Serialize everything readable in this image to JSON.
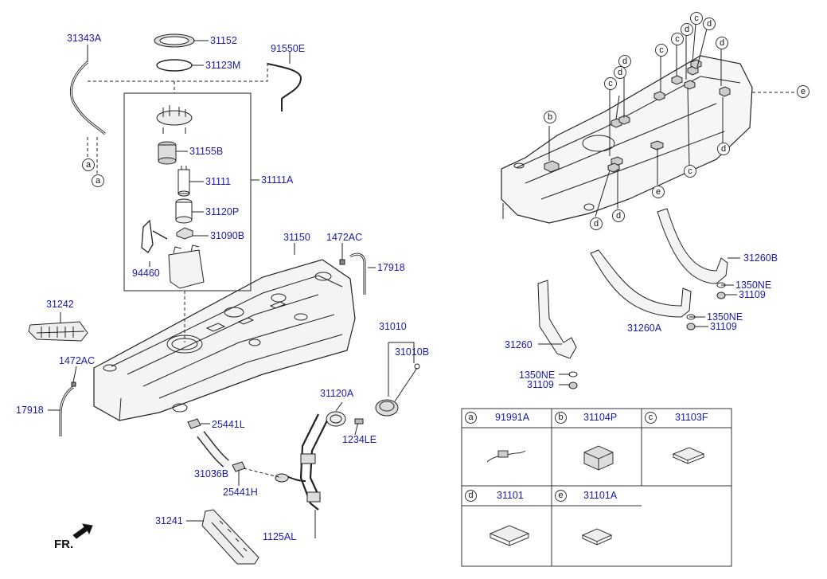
{
  "labels": {
    "p31343A": "31343A",
    "p31152": "31152",
    "p31123M": "31123M",
    "p91550E": "91550E",
    "p31155B": "31155B",
    "p31111": "31111",
    "p31111A": "31111A",
    "p31120P": "31120P",
    "p31090B": "31090B",
    "p94460": "94460",
    "p31150": "31150",
    "p1472AC_top": "1472AC",
    "p17918_top": "17918",
    "p31242": "31242",
    "p31010": "31010",
    "p31010B": "31010B",
    "p1472AC_left": "1472AC",
    "p17918_left": "17918",
    "p31120A": "31120A",
    "p25441L": "25441L",
    "p1234LE": "1234LE",
    "p31036B": "31036B",
    "p25441H": "25441H",
    "p31241": "31241",
    "p1125AL": "1125AL",
    "p31260B": "31260B",
    "p1350NE_a": "1350NE",
    "p31109_a": "31109",
    "p1350NE_b": "1350NE",
    "p31109_b": "31109",
    "p31260A": "31260A",
    "p31260": "31260",
    "p1350NE_c": "1350NE",
    "p31109_c": "31109"
  },
  "refs": {
    "a": "a",
    "b": "b",
    "c": "c",
    "d": "d",
    "e": "e"
  },
  "fr_label": "FR.",
  "legend_table": {
    "cells": [
      {
        "key": "a",
        "part": "91991A"
      },
      {
        "key": "b",
        "part": "31104P"
      },
      {
        "key": "c",
        "part": "31103F"
      },
      {
        "key": "d",
        "part": "31101"
      },
      {
        "key": "e",
        "part": "31101A"
      }
    ]
  }
}
